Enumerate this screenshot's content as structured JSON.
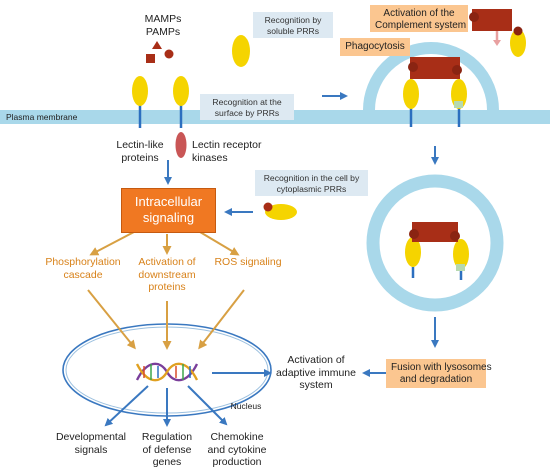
{
  "diagram": {
    "plasma_membrane": "Plasma membrane",
    "mamps": "MAMPs",
    "pamps": "PAMPs",
    "lectin_like_proteins": [
      "Lectin-like",
      "proteins"
    ],
    "lectin_receptor_kinases": [
      "Lectin receptor",
      "kinases"
    ],
    "recognition_soluble": [
      "Recognition by",
      "soluble PRRs"
    ],
    "recognition_surface": [
      "Recognition at the",
      "surface by PRRs"
    ],
    "recognition_cell": [
      "Recognition in the cell by",
      "cytoplasmic PRRs"
    ],
    "intracellular_signaling": [
      "Intracellular",
      "signaling"
    ],
    "phosphorylation_cascade": [
      "Phosphorylation",
      "cascade"
    ],
    "activation_downstream": [
      "Activation of",
      "downstream",
      "proteins"
    ],
    "ros_signaling": "ROS signaling",
    "nucleus": "Nucleus",
    "developmental_signals": [
      "Developmental",
      "signals"
    ],
    "regulation_defense": [
      "Regulation",
      "of defense",
      "genes"
    ],
    "chemokine_production": [
      "Chemokine",
      "and cytokine",
      "production"
    ],
    "activation_adaptive": [
      "Activation of",
      "adaptive immune",
      "system"
    ],
    "activation_complement": [
      "Activation of the",
      "Complement system"
    ],
    "phagocytosis": "Phagocytosis",
    "fusion_lysosomes": [
      "Fusion with lysosomes",
      "and degradation"
    ],
    "colors": {
      "membrane": "#a9d8ea",
      "receptor_yellow": "#f5d400",
      "pathogen_red": "#a82e17",
      "arrow_blue": "#3a78c0",
      "arrow_orange": "#d8a043",
      "signaling_orange": "#f07822",
      "peach_box": "#fbc690",
      "blue_box": "#dde9f2",
      "receptor_stem": "#2c6fbf",
      "kinase_red": "#c95656"
    }
  }
}
